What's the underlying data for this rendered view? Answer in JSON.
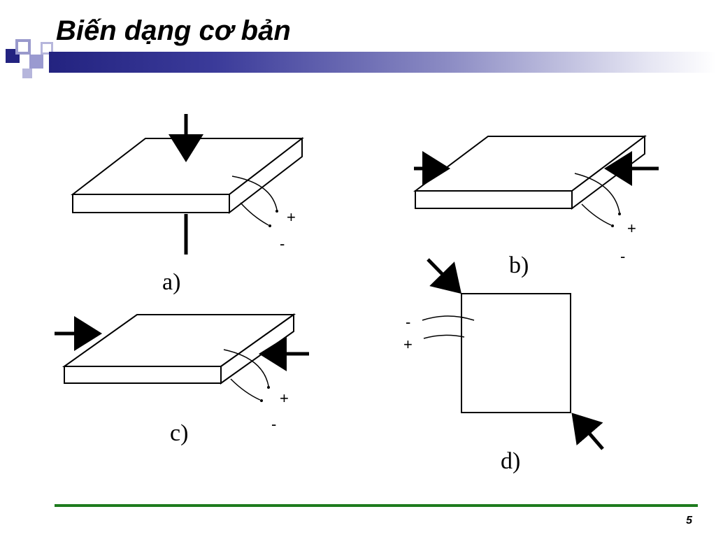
{
  "slide": {
    "title": "Biến dạng cơ bản",
    "page_number": "5",
    "accent_color": "#232380",
    "footer_line_color": "#1e7b1e"
  },
  "diagram": {
    "panels": [
      {
        "label": "a)",
        "plus": "+",
        "minus": "-"
      },
      {
        "label": "b)",
        "plus": "+",
        "minus": "-"
      },
      {
        "label": "c)",
        "plus": "+",
        "minus": "-"
      },
      {
        "label": "d)",
        "plus": "+",
        "minus": "-"
      }
    ]
  }
}
